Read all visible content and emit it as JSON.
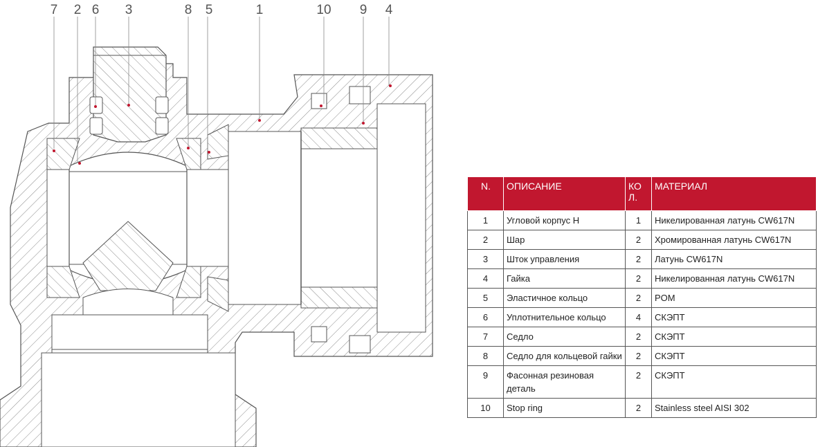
{
  "callouts": [
    "7",
    "2",
    "6",
    "3",
    "8",
    "5",
    "1",
    "10",
    "9",
    "4"
  ],
  "accent_color": "#c1172f",
  "table": {
    "headers": [
      "N.",
      "ОПИСАНИЕ",
      "КО\nЛ.",
      "МАТЕРИАЛ"
    ],
    "rows": [
      {
        "n": "1",
        "desc": "Угловой корпус H",
        "qty": "1",
        "material": "Никелированная латунь CW617N"
      },
      {
        "n": "2",
        "desc": "Шар",
        "qty": "2",
        "material": "Хромированная латунь CW617N"
      },
      {
        "n": "3",
        "desc": "Шток управления",
        "qty": "2",
        "material": "Латунь CW617N"
      },
      {
        "n": "4",
        "desc": "Гайка",
        "qty": "2",
        "material": "Никелированная латунь CW617N"
      },
      {
        "n": "5",
        "desc": "Эластичное кольцо",
        "qty": "2",
        "material": "POM"
      },
      {
        "n": "6",
        "desc": "Уплотнительное кольцо",
        "qty": "4",
        "material": "СКЭПТ"
      },
      {
        "n": "7",
        "desc": "Седло",
        "qty": "2",
        "material": "СКЭПТ"
      },
      {
        "n": "8",
        "desc": "Седло для кольцевой гайки",
        "qty": "2",
        "material": "СКЭПТ"
      },
      {
        "n": "9",
        "desc": "Фасонная резиновая деталь",
        "qty": "2",
        "material": "СКЭПТ"
      },
      {
        "n": "10",
        "desc": "Stop ring",
        "qty": "2",
        "material": "Stainless steel AISI 302"
      }
    ]
  }
}
